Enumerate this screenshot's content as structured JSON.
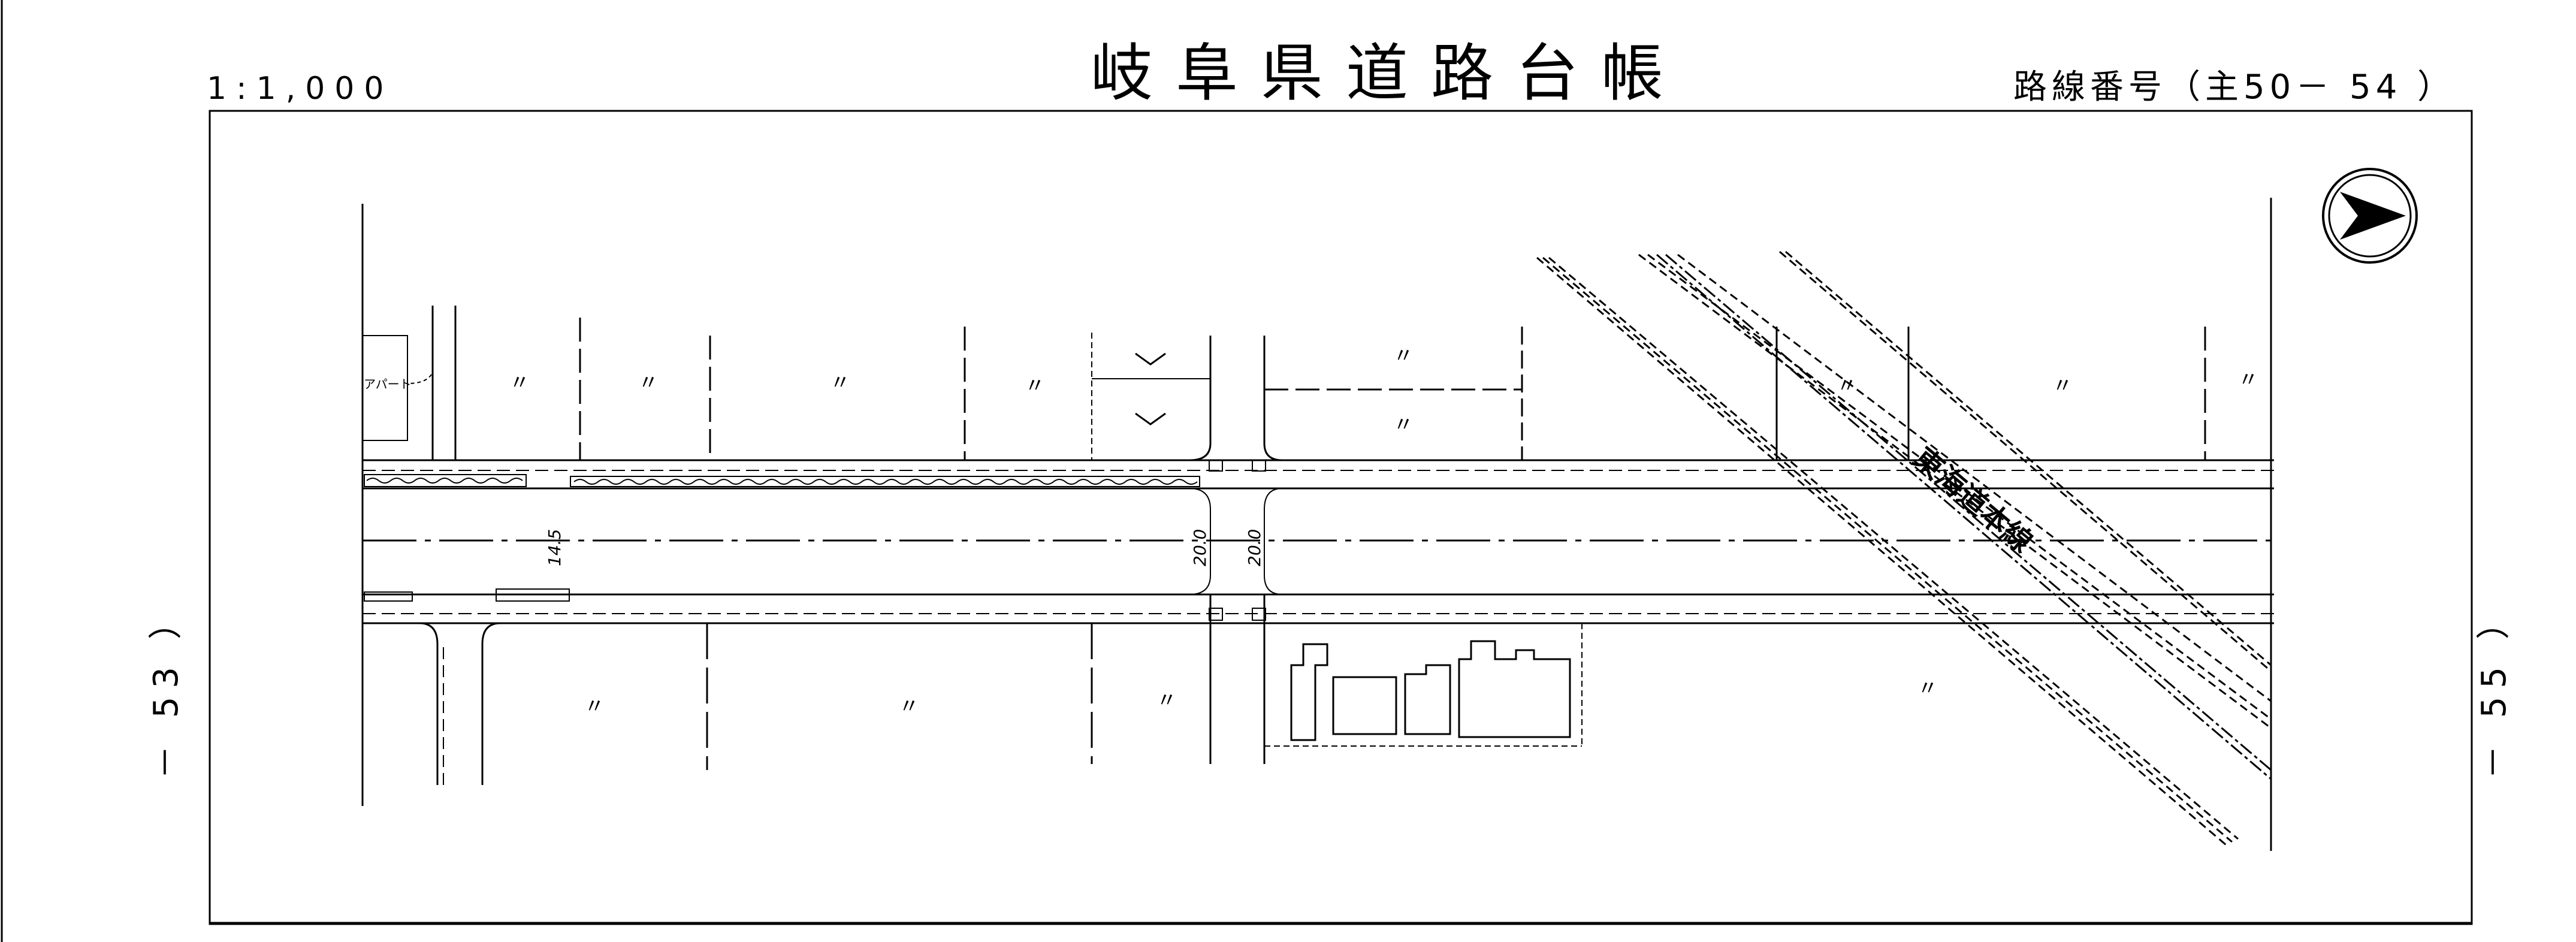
{
  "header": {
    "scale": "1:1,000",
    "title": "岐阜県道路台帳",
    "route_number": "路線番号（主50－ 54 ）"
  },
  "side_labels": {
    "left": "－ 53 ）",
    "right": "－ 55 ）"
  },
  "map_labels": {
    "apartment": "アパート",
    "railway": "東海道本線",
    "width_left": "14.5",
    "width_center_a": "20.0",
    "width_center_b": "20.0",
    "ditto_mark": "〃"
  },
  "icons": {
    "north_arrow": "north-arrow-icon"
  }
}
